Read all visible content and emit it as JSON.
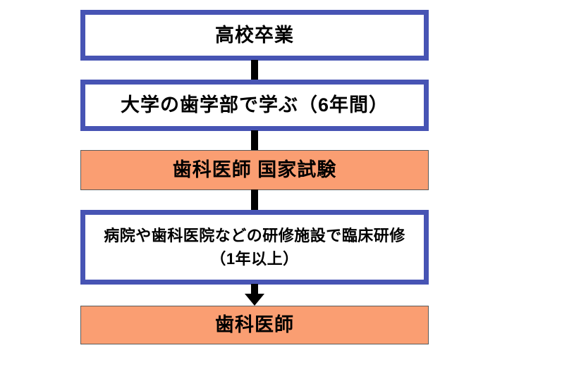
{
  "diagram": {
    "type": "flowchart",
    "direction": "top-to-bottom",
    "colors": {
      "background": "#ffffff",
      "outline_box_border": "#4754b4",
      "outline_box_fill": "#ffffff",
      "filled_box_fill": "#fa9e72",
      "filled_box_border": "#5a5a5a",
      "connector": "#000000",
      "text": "#000000"
    },
    "steps": [
      {
        "label": "高校卒業",
        "style": "outline"
      },
      {
        "label": "大学の歯学部で学ぶ（6年間）",
        "style": "outline"
      },
      {
        "label": "歯科医師 国家試験",
        "style": "filled"
      },
      {
        "label": "病院や歯科医院などの研修施設で臨床研修",
        "sublabel": "（1年以上）",
        "style": "outline"
      },
      {
        "label": "歯科医師",
        "style": "filled"
      }
    ],
    "connectors": [
      {
        "from": 1,
        "to": 2,
        "type": "bar"
      },
      {
        "from": 2,
        "to": 3,
        "type": "bar"
      },
      {
        "from": 3,
        "to": 4,
        "type": "bar"
      },
      {
        "from": 4,
        "to": 5,
        "type": "arrow-down"
      }
    ]
  }
}
